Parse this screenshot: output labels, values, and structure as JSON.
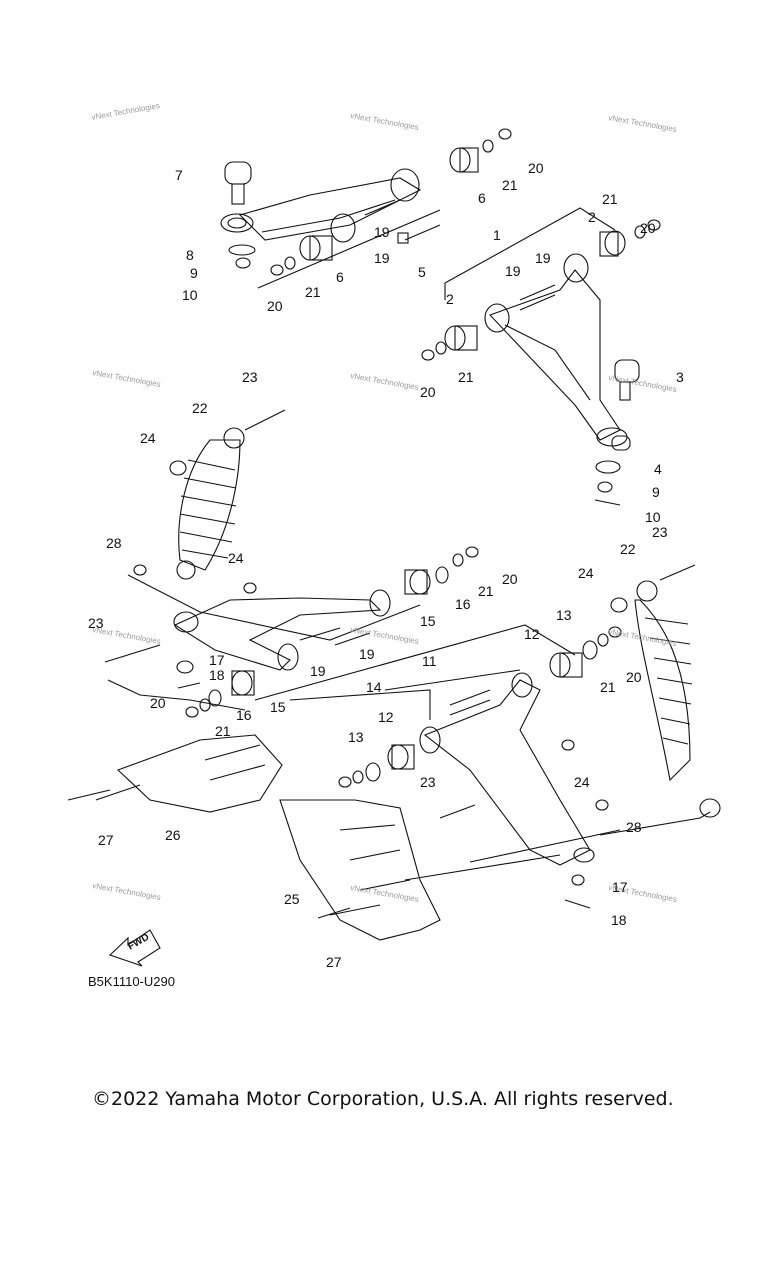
{
  "diagram": {
    "part_numbers": [
      "1",
      "2",
      "2",
      "3",
      "4",
      "5",
      "6",
      "6",
      "7",
      "8",
      "9",
      "9",
      "10",
      "10",
      "11",
      "12",
      "12",
      "13",
      "13",
      "14",
      "15",
      "15",
      "16",
      "16",
      "17",
      "17",
      "18",
      "18",
      "19",
      "19",
      "19",
      "19",
      "19",
      "19",
      "20",
      "20",
      "20",
      "20",
      "20",
      "20",
      "20",
      "21",
      "21",
      "21",
      "21",
      "21",
      "21",
      "21",
      "22",
      "22",
      "23",
      "23",
      "23",
      "23",
      "24",
      "24",
      "24",
      "24",
      "25",
      "26",
      "27",
      "27",
      "28",
      "28"
    ],
    "fwd_label": "FWD",
    "watermark": "vNext Technologies",
    "diagram_code": "B5K1110-U290"
  },
  "footer": {
    "copyright": "©2022 Yamaha Motor Corporation, U.S.A. All rights reserved."
  }
}
